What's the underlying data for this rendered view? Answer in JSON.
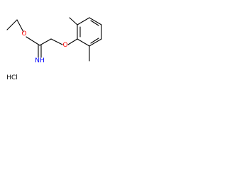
{
  "molecule": {
    "atoms": {
      "ether_o1": "O",
      "ether_o2": "O",
      "imine_nh": "NH",
      "salt": "HCl"
    },
    "colors": {
      "bond": "#000000",
      "oxygen": "#ff0000",
      "nitrogen": "#0000ff",
      "salt": "#000000",
      "background": "#ffffff"
    }
  }
}
